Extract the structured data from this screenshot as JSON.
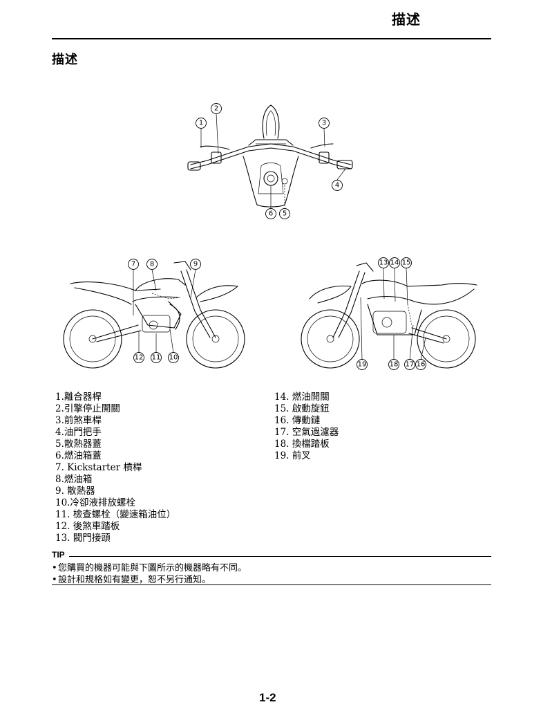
{
  "header": {
    "title": "描述"
  },
  "section": {
    "title": "描述"
  },
  "figure": {
    "callouts": [
      "1",
      "2",
      "3",
      "4",
      "5",
      "6",
      "7",
      "8",
      "9",
      "10",
      "11",
      "12",
      "13",
      "14",
      "15",
      "16",
      "17",
      "18",
      "19"
    ]
  },
  "parts_left": [
    "1.離合器桿",
    "2.引擎停止開關",
    "3.前煞車桿",
    "4.油門把手",
    "5.散熱器蓋",
    "6.燃油箱蓋",
    "7. Kickstarter 槓桿",
    "8.燃油箱",
    "9. 散熱器",
    "10.冷卻液排放螺栓",
    "11. 檢查螺栓（變速箱油位）",
    "12. 後煞車踏板",
    "13. 閥門接頭"
  ],
  "parts_right": [
    "14. 燃油開關",
    "15. 啟動旋鈕",
    "16. 傳動鏈",
    "17. 空氣過濾器",
    "18. 換檔踏板",
    "19. 前叉"
  ],
  "tip": {
    "label": "TIP",
    "lines": [
      "您購買的機器可能與下圖所示的機器略有不同。",
      "設計和規格如有變更，恕不另行通知。"
    ],
    "bullet": "•"
  },
  "footer": {
    "page_number": "1-2"
  }
}
